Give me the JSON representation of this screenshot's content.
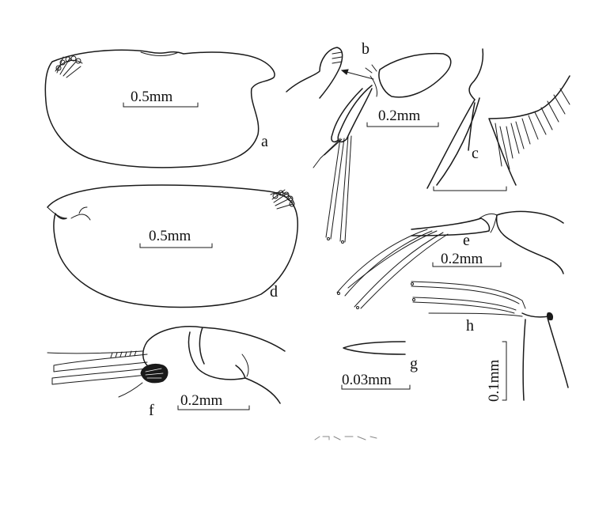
{
  "figure": {
    "panels": {
      "a": {
        "label": "a",
        "scale_label": "0.5mm"
      },
      "b": {
        "label": "b",
        "scale_label": "0.2mm"
      },
      "c": {
        "label": "c"
      },
      "d": {
        "label": "d",
        "scale_label": "0.5mm"
      },
      "e": {
        "label": "e",
        "scale_label": "0.2mm"
      },
      "f": {
        "label": "f",
        "scale_label": "0.2mm"
      },
      "g": {
        "label": "g",
        "scale_label": "0.03mm"
      },
      "h": {
        "label": "h",
        "scale_label": "0.1mm"
      }
    },
    "ink_color": "#1a1a1a"
  }
}
